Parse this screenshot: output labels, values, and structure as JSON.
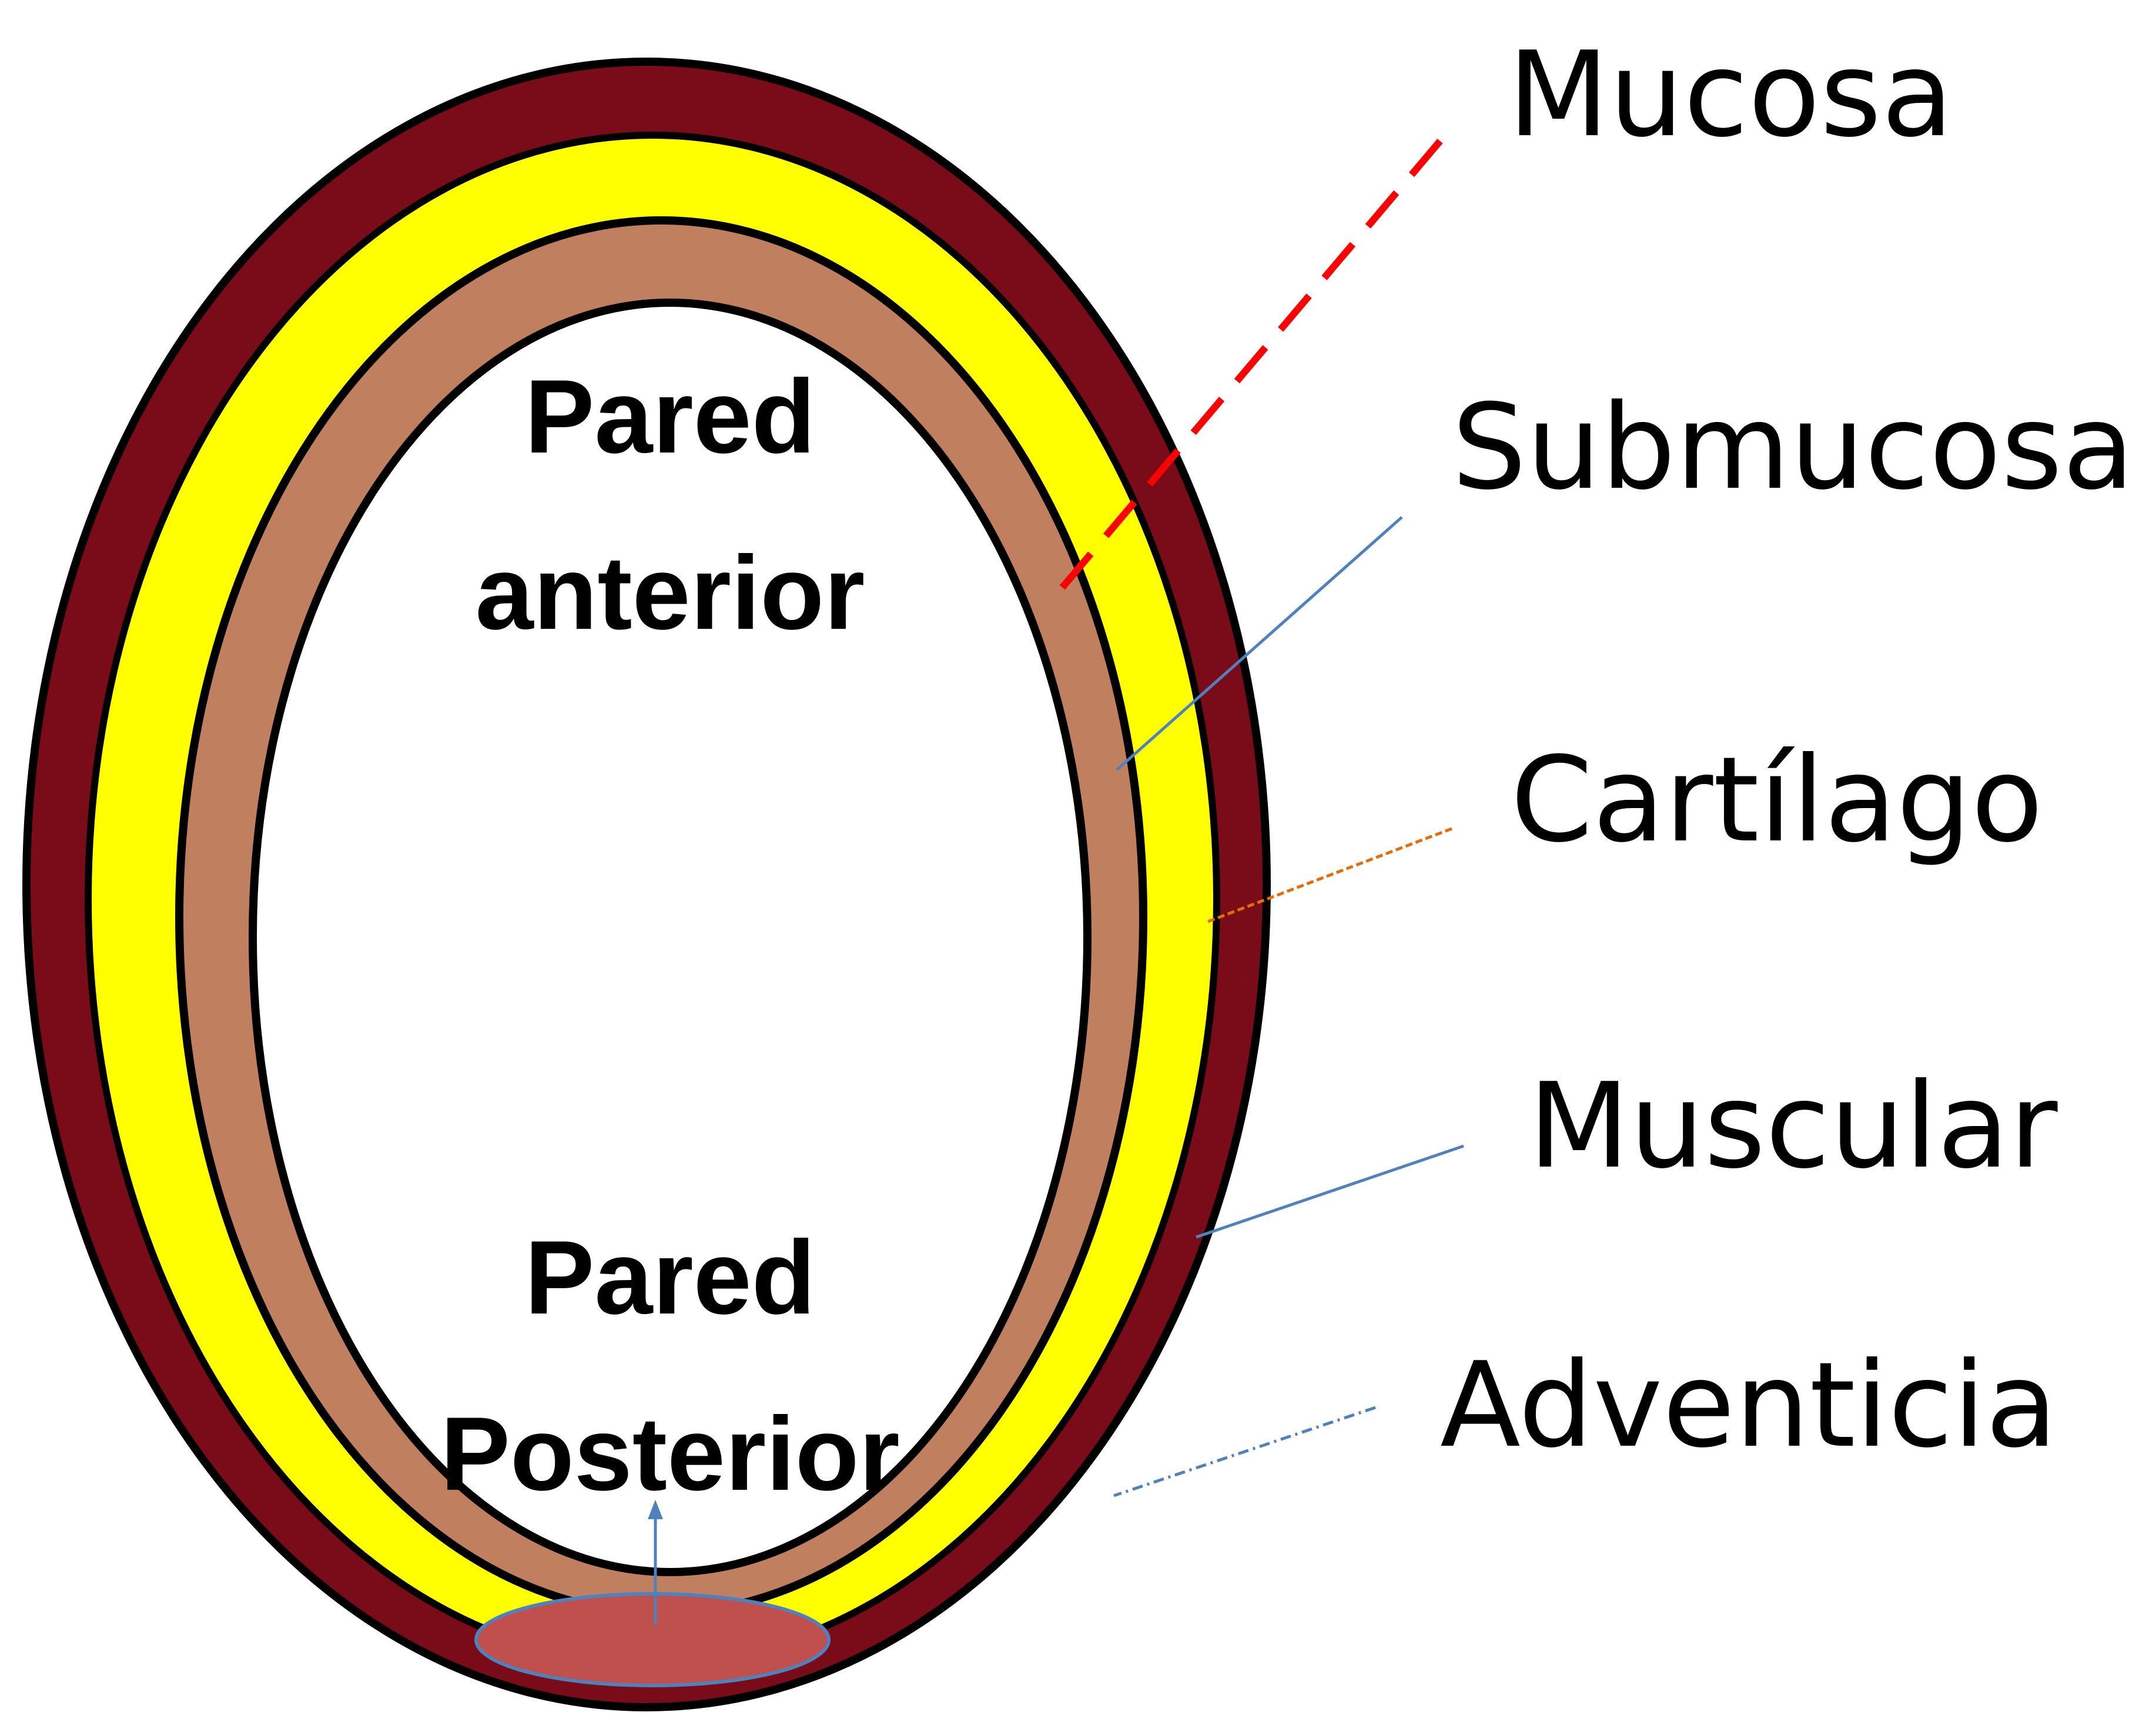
{
  "layer_labels": {
    "mucosa": "Mucosa",
    "submucosa": "Submucosa",
    "cartilago": "Cartílago",
    "muscular": "Muscular",
    "adventicia": "Adventicia"
  },
  "wall_labels": {
    "anterior_line1": "Pared",
    "anterior_line2": "anterior",
    "posterior_line1": "Pared",
    "posterior_line2": "Posterior"
  },
  "colors": {
    "outer_layer": "#7a0c19",
    "cartilage_layer": "#ffff00",
    "submucosa_layer": "#c08060",
    "outline": "#000000",
    "posterior_spot": "#c0504d",
    "leader_red": "#ff0000",
    "leader_blue": "#4f81bd",
    "leader_orange": "#e46c0a"
  }
}
